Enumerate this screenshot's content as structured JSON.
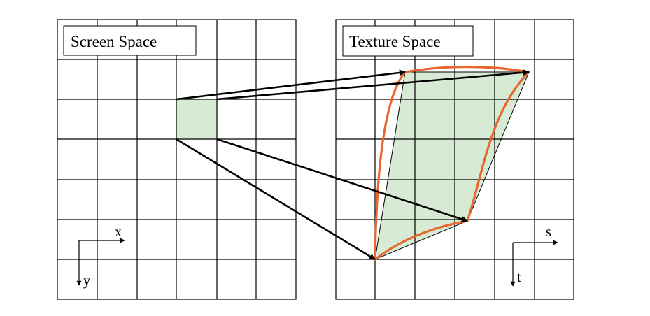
{
  "diagram": {
    "screen_panel": {
      "title": "Screen Space",
      "axis_x": "x",
      "axis_y": "y"
    },
    "texture_panel": {
      "title": "Texture Space",
      "axis_s": "s",
      "axis_t": "t"
    },
    "colors": {
      "grid": "#000000",
      "pixel_fill": "#d7ead3",
      "footprint_fill": "#d7ead3",
      "curve": "#e8662f",
      "arrow": "#000000",
      "background": "#ffffff"
    }
  }
}
